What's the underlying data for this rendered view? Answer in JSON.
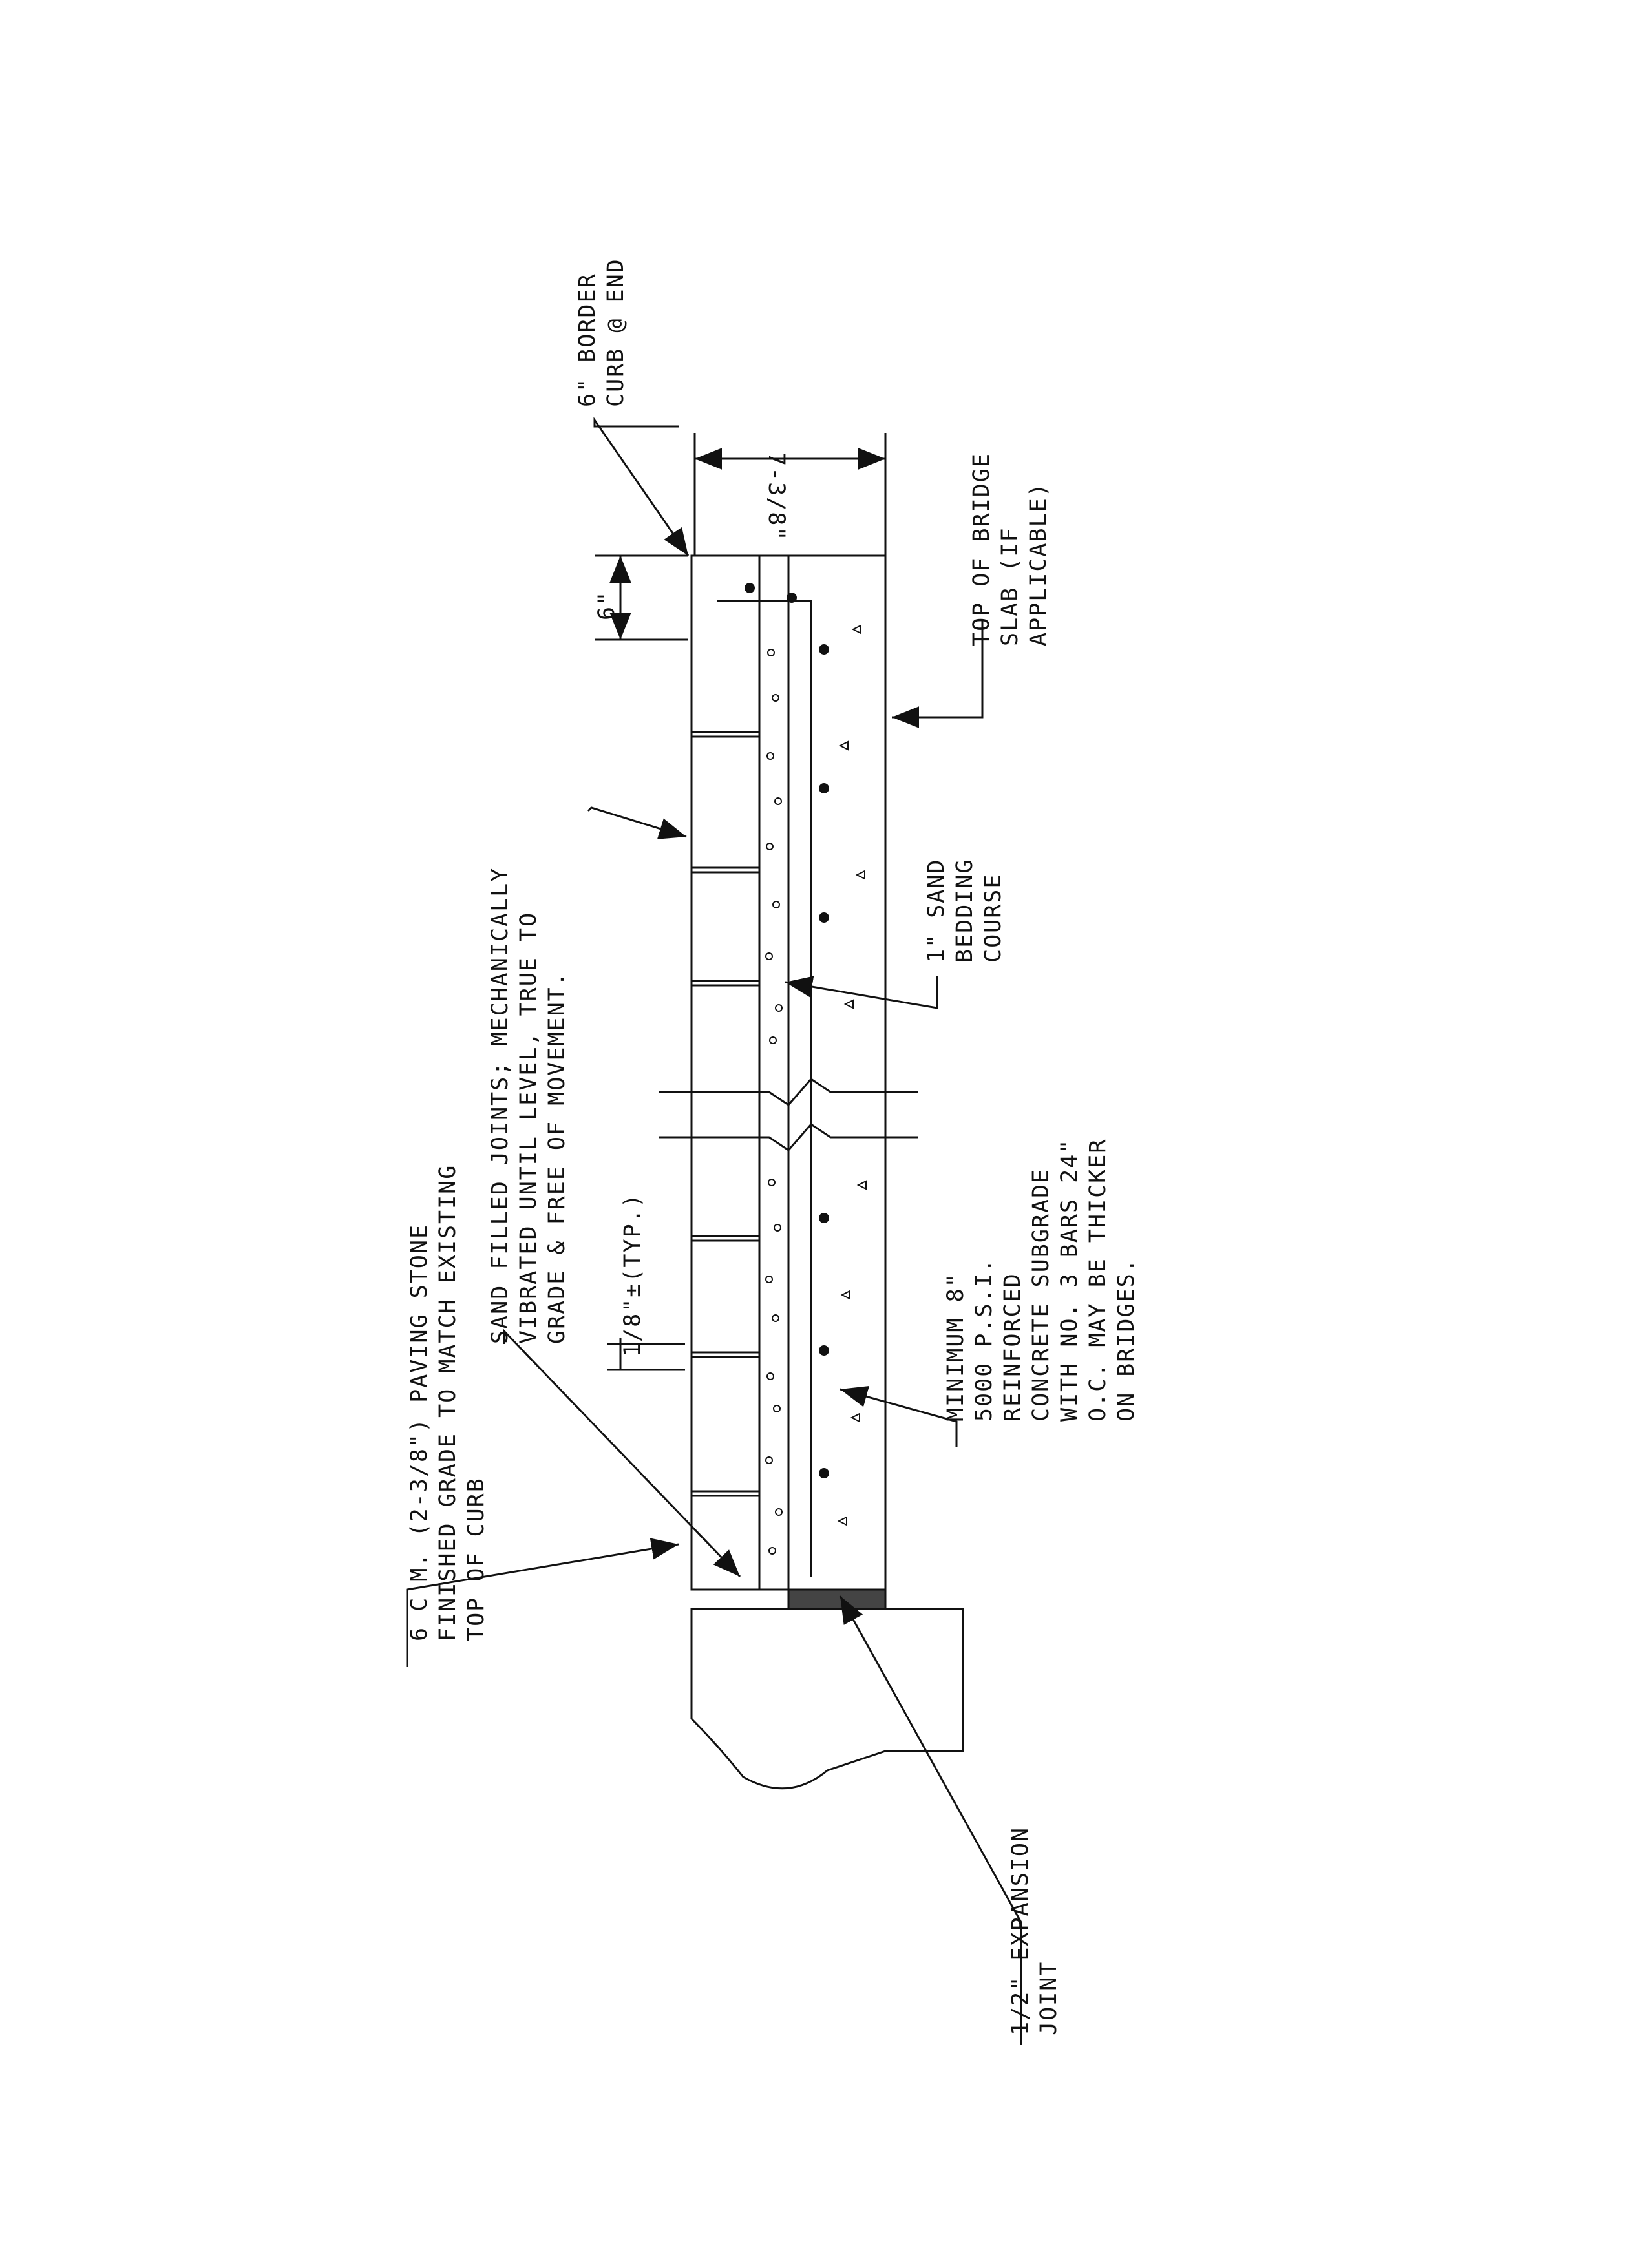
{
  "drawing": {
    "labels": {
      "paving_stone": [
        "6 C M. (2-3/8\") PAVING STONE",
        "FINISHED GRADE TO MATCH EXISTING",
        "TOP OF CURB"
      ],
      "sand_joints": [
        "SAND FILLED JOINTS; MECHANICALLY",
        "VIBRATED UNTIL LEVEL, TRUE TO",
        "GRADE & FREE OF MOVEMENT."
      ],
      "border_curb": [
        "6\" BORDER",
        "CURB @ END"
      ],
      "bridge_slab": [
        "TOP OF BRIDGE",
        "SLAB (IF",
        "APPLICABLE)"
      ],
      "sand_bedding": [
        "1\" SAND",
        "BEDDING",
        "COURSE"
      ],
      "subgrade": [
        "MINIMUM 8\"",
        "5000 P.S.I.",
        "REINFORCED",
        "CONCRETE SUBGRADE",
        "WITH NO. 3 BARS 24\"",
        "O.C. MAY BE THICKER",
        "ON BRIDGES."
      ],
      "expansion_joint": [
        "1/2\" EXPANSION",
        "JOINT"
      ]
    },
    "dimensions": {
      "slab_depth": "7-3/8\"",
      "curb_width": "6\"",
      "joint_width": "1/8\"±(TYP.)"
    }
  }
}
